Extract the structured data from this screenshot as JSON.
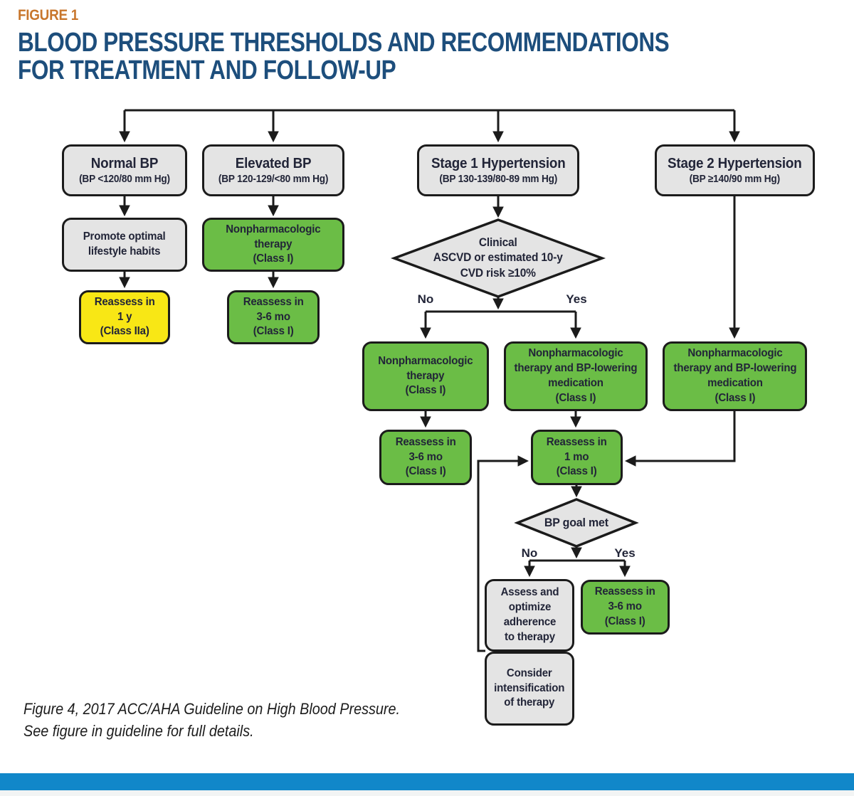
{
  "header": {
    "figure_label": "FIGURE 1",
    "title_line1": "BLOOD PRESSURE THRESHOLDS AND RECOMMENDATIONS",
    "title_line2": "FOR TREATMENT AND FOLLOW-UP"
  },
  "nodes": {
    "normal_bp": {
      "title": "Normal BP",
      "subtitle": "(BP <120/80 mm Hg)"
    },
    "elevated_bp": {
      "title": "Elevated BP",
      "subtitle": "(BP 120-129/<80 mm Hg)"
    },
    "stage1": {
      "title": "Stage 1 Hypertension",
      "subtitle": "(BP 130-139/80-89 mm Hg)"
    },
    "stage2": {
      "title": "Stage 2 Hypertension",
      "subtitle": "(BP ≥140/90 mm Hg)"
    },
    "promote_lifestyle": {
      "lines": [
        "Promote optimal",
        "lifestyle habits"
      ]
    },
    "nonpharm_elevated": {
      "lines": [
        "Nonpharmacologic",
        "therapy",
        "(Class I)"
      ]
    },
    "reassess_1y": {
      "lines": [
        "Reassess in",
        "1 y",
        "(Class IIa)"
      ]
    },
    "reassess_36_elevated": {
      "lines": [
        "Reassess in",
        "3-6 mo",
        "(Class I)"
      ]
    },
    "ascvd_decision": {
      "lines": [
        "Clinical",
        "ASCVD or estimated 10-y",
        "CVD risk ≥10%"
      ]
    },
    "nonpharm_stage1": {
      "lines": [
        "Nonpharmacologic",
        "therapy",
        "(Class I)"
      ]
    },
    "nonpharm_med_stage1": {
      "lines": [
        "Nonpharmacologic",
        "therapy and BP-lowering",
        "medication",
        "(Class I)"
      ]
    },
    "nonpharm_med_stage2": {
      "lines": [
        "Nonpharmacologic",
        "therapy and BP-lowering",
        "medication",
        "(Class I)"
      ]
    },
    "reassess_36_stage1": {
      "lines": [
        "Reassess in",
        "3-6 mo",
        "(Class I)"
      ]
    },
    "reassess_1mo": {
      "lines": [
        "Reassess in",
        "1 mo",
        "(Class I)"
      ]
    },
    "bp_goal_decision": {
      "lines": [
        "BP goal met"
      ]
    },
    "assess_adherence": {
      "lines": [
        "Assess and",
        "optimize",
        "adherence",
        "to therapy"
      ]
    },
    "reassess_36_goal": {
      "lines": [
        "Reassess in",
        "3-6 mo",
        "(Class I)"
      ]
    },
    "consider_intensification": {
      "lines": [
        "Consider",
        "intensification",
        "of therapy"
      ]
    }
  },
  "branch_labels": {
    "ascvd_no": "No",
    "ascvd_yes": "Yes",
    "goal_no": "No",
    "goal_yes": "Yes"
  },
  "caption": {
    "line1": "Figure 4, 2017 ACC/AHA Guideline on High Blood Pressure.",
    "line2": "See figure in guideline for full details."
  },
  "colors": {
    "title_navy": "#1d4e7c",
    "figure_orange": "#c8762c",
    "box_gray": "#e4e4e4",
    "box_green": "#6bbd46",
    "box_yellow": "#f8e715",
    "line_black": "#1b1b1b",
    "footer_blue": "#1187c9"
  }
}
